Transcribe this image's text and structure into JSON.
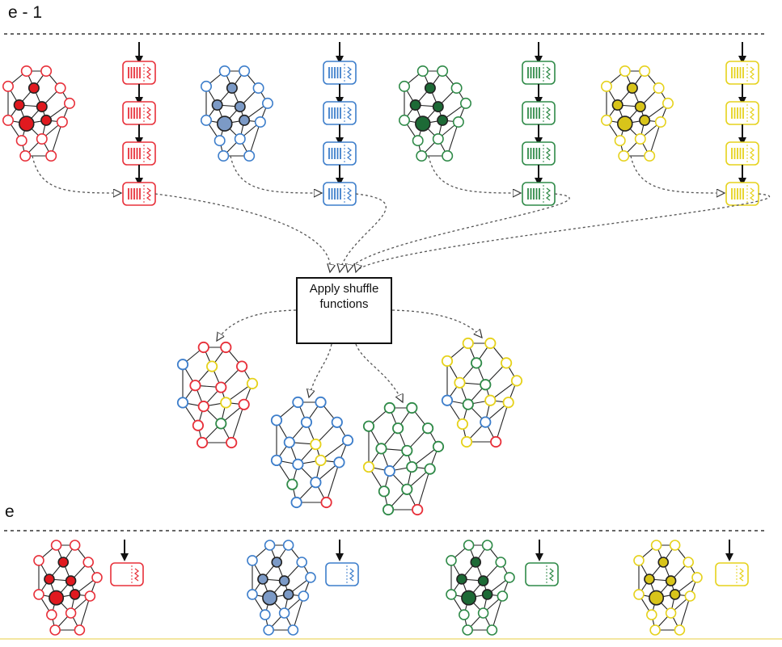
{
  "labels": {
    "top_epoch": "e - 1",
    "bottom_epoch": "e"
  },
  "shuffle": {
    "text": "Apply shuffle\nfunctions"
  },
  "colors": {
    "red": "#e8303a",
    "blue": "#3d7ecb",
    "green": "#2f8a48",
    "yellow": "#e6d21c",
    "red_fill": "#e0191f",
    "blue_fill": "#7c9ac6",
    "green_fill": "#1d6a36",
    "yellow_fill": "#d8c41a",
    "dash": "#555555"
  },
  "shards": [
    "red",
    "blue",
    "green",
    "yellow"
  ]
}
